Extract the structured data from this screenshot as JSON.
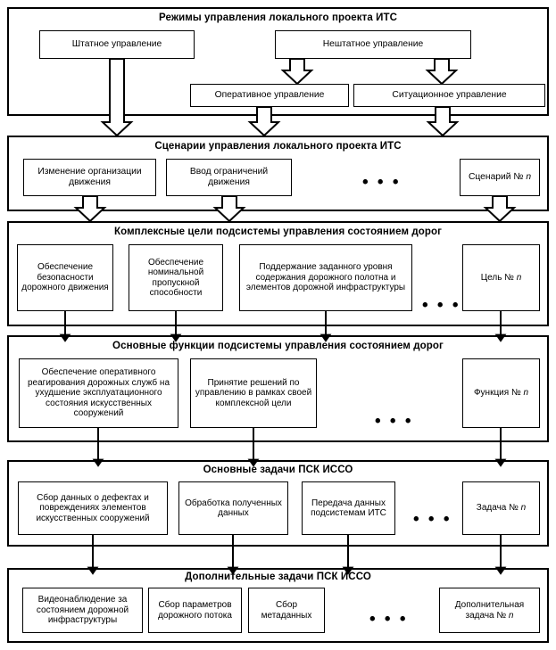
{
  "diagram": {
    "type": "hierarchical-block-diagram",
    "language": "ru",
    "colors": {
      "stroke": "#000000",
      "fill": "#ffffff",
      "text": "#000000"
    },
    "ellipsis": "• • •",
    "levels": [
      {
        "id": "level-1-modes",
        "title": "Режимы управления локального проекта ИТС",
        "nodes": [
          {
            "id": "shtatnoe",
            "label": "Штатное управление"
          },
          {
            "id": "neshtatnoe",
            "label": "Нештатное управление"
          },
          {
            "id": "operativnoe",
            "label": "Оперативное управление"
          },
          {
            "id": "situacionnoe",
            "label": "Ситуационное управление"
          }
        ]
      },
      {
        "id": "level-2-scenarios",
        "title": "Сценарии управления локального проекта ИТС",
        "nodes": [
          {
            "id": "izmenenie-organizacii",
            "label": "Изменение организации движения"
          },
          {
            "id": "vvod-ogranicheniy",
            "label": "Ввод ограничений движения"
          },
          {
            "id": "scenariy-n",
            "label": "Сценарий № n"
          }
        ]
      },
      {
        "id": "level-3-goals",
        "title": "Комплексные цели подсистемы управления состоянием дорог",
        "nodes": [
          {
            "id": "bezopasnost",
            "label": "Обеспечение безопасности дорожного движения"
          },
          {
            "id": "propusknaya",
            "label": "Обеспечение номинальной пропускной способности"
          },
          {
            "id": "poderzhanie",
            "label": "Поддержание заданного уровня содержания дорожного полотна и элементов дорожной инфраструктуры"
          },
          {
            "id": "cel-n",
            "label": "Цель № n"
          }
        ]
      },
      {
        "id": "level-4-functions",
        "title": "Основные функции подсистемы управления состоянием дорог",
        "nodes": [
          {
            "id": "operativnoe-reagirovanie",
            "label": "Обеспечение оперативного реагирования дорожных служб на ухудшение эксплуатационного состояния искусственных сооружений"
          },
          {
            "id": "prinyatie-resheniy",
            "label": "Принятие решений по управлению в рамках своей комплексной цели"
          },
          {
            "id": "funkciya-n",
            "label": "Функция № n"
          }
        ]
      },
      {
        "id": "level-5-main-tasks",
        "title": "Основные задачи ПСК ИССО",
        "nodes": [
          {
            "id": "sbor-dannyh-defekty",
            "label": "Сбор данных о дефектах и повреждениях элементов искусственных сооружений"
          },
          {
            "id": "obrabotka-dannyh",
            "label": "Обработка полученных данных"
          },
          {
            "id": "peredacha-dannyh",
            "label": "Передача данных подсистемам ИТС"
          },
          {
            "id": "zadacha-n",
            "label": "Задача № n"
          }
        ]
      },
      {
        "id": "level-6-additional-tasks",
        "title": "Дополнительные задачи ПСК ИССО",
        "nodes": [
          {
            "id": "videonablyudenie",
            "label": "Видеонаблюдение за состоянием дорожной инфраструктуры"
          },
          {
            "id": "sbor-parametrov",
            "label": "Сбор параметров дорожного потока"
          },
          {
            "id": "sbor-metadannyh",
            "label": "Сбор метаданных"
          },
          {
            "id": "dopolnitelnaya-zadacha-n",
            "label": "Дополнительная задача № n"
          }
        ]
      }
    ]
  }
}
